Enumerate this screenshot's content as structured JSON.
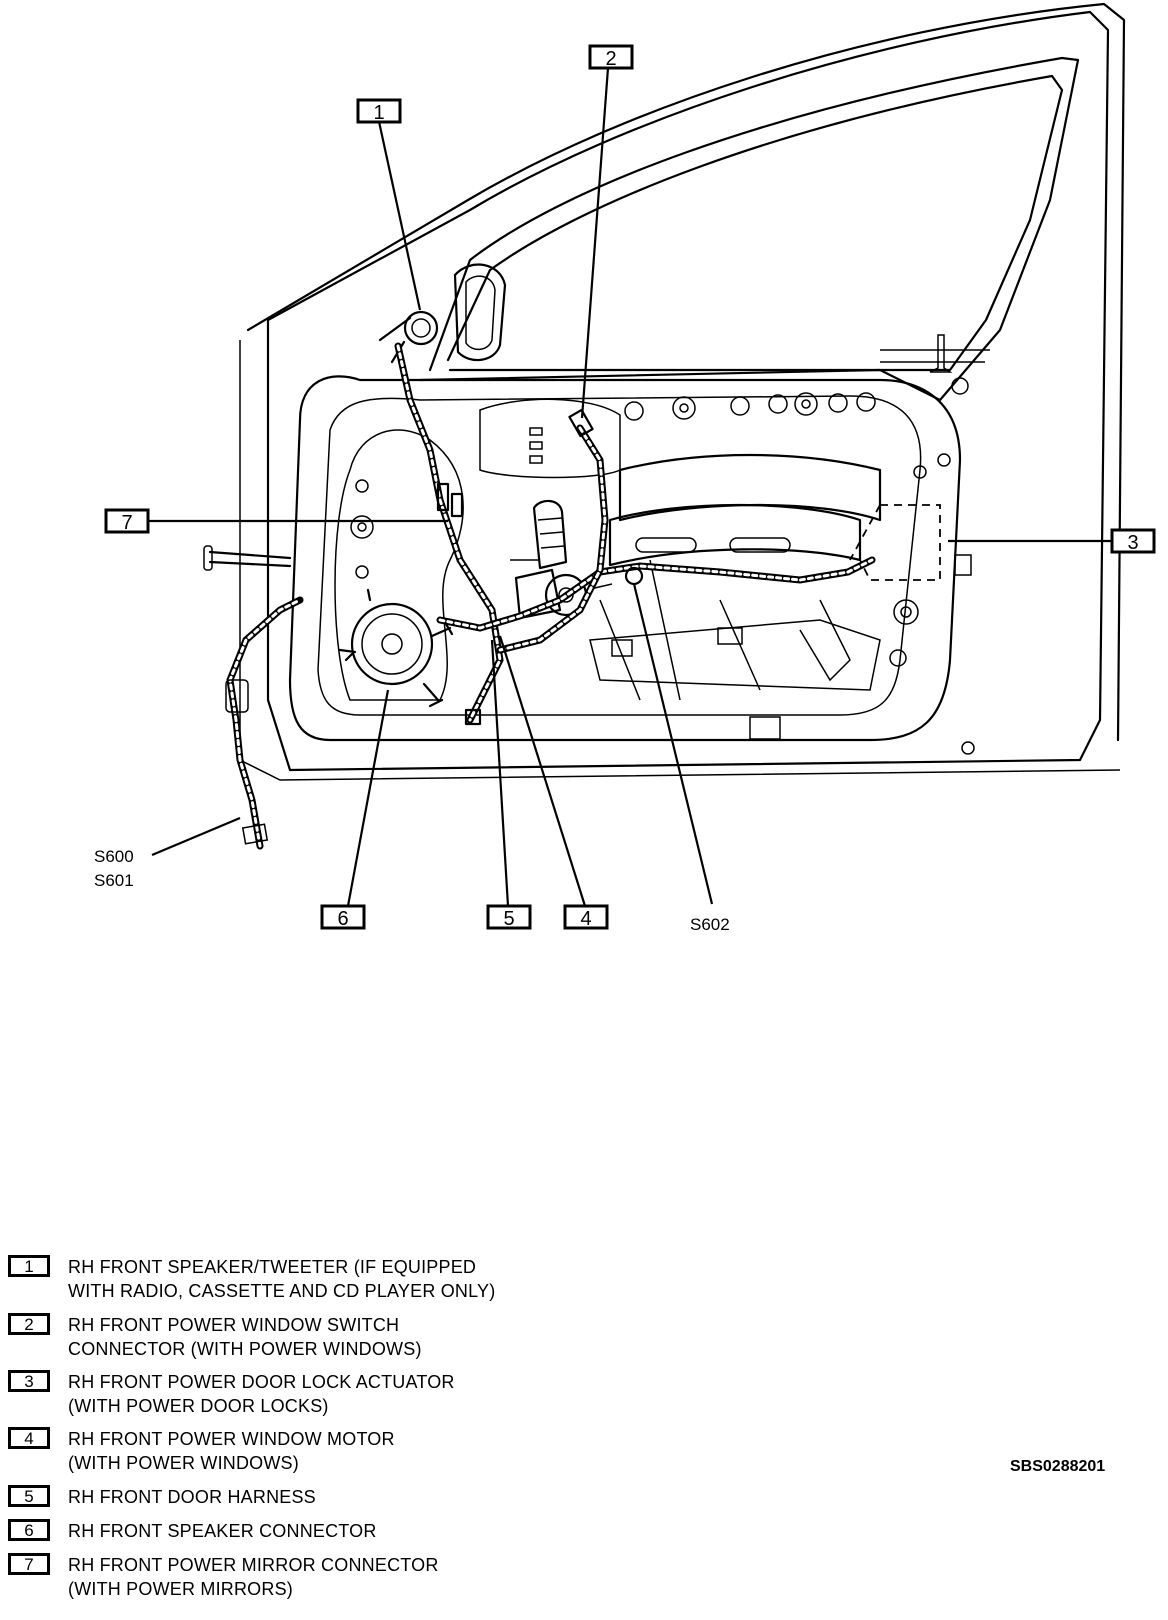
{
  "callouts": [
    {
      "number": "1"
    },
    {
      "number": "2"
    },
    {
      "number": "3"
    },
    {
      "number": "4"
    },
    {
      "number": "5"
    },
    {
      "number": "6"
    },
    {
      "number": "7"
    }
  ],
  "splices": {
    "s600": "S600",
    "s601": "S601",
    "s602": "S602"
  },
  "legend": [
    {
      "number": "1",
      "text": "RH FRONT SPEAKER/TWEETER (IF EQUIPPED\nWITH RADIO, CASSETTE AND CD PLAYER ONLY)"
    },
    {
      "number": "2",
      "text": "RH FRONT POWER WINDOW SWITCH\nCONNECTOR (WITH POWER WINDOWS)"
    },
    {
      "number": "3",
      "text": "RH FRONT POWER DOOR LOCK ACTUATOR\n(WITH POWER DOOR LOCKS)"
    },
    {
      "number": "4",
      "text": "RH FRONT POWER WINDOW MOTOR\n(WITH POWER WINDOWS)"
    },
    {
      "number": "5",
      "text": "RH FRONT DOOR HARNESS"
    },
    {
      "number": "6",
      "text": "RH FRONT SPEAKER CONNECTOR"
    },
    {
      "number": "7",
      "text": "RH FRONT POWER MIRROR CONNECTOR\n(WITH POWER MIRRORS)"
    }
  ],
  "figure_code": "SBS0288201"
}
